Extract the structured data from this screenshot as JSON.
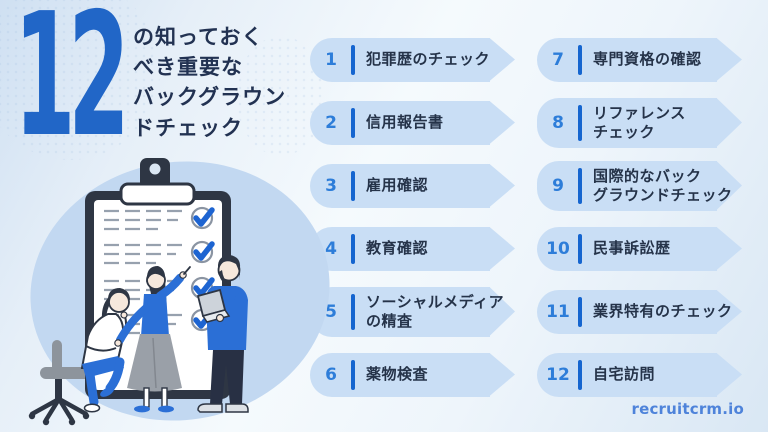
{
  "title": {
    "big_number": "12",
    "text": "の知っておく\nべき重要な\nバックグラウン\nドチェック"
  },
  "items": [
    {
      "number": "1",
      "label": "犯罪歴のチェック"
    },
    {
      "number": "2",
      "label": "信用報告書"
    },
    {
      "number": "3",
      "label": "雇用確認"
    },
    {
      "number": "4",
      "label": "教育確認"
    },
    {
      "number": "5",
      "label": "ソーシャルメディア\nの精査"
    },
    {
      "number": "6",
      "label": "薬物検査"
    },
    {
      "number": "7",
      "label": "専門資格の確認"
    },
    {
      "number": "8",
      "label": "リファレンス\nチェック"
    },
    {
      "number": "9",
      "label": "国際的なバック\nグラウンドチェック"
    },
    {
      "number": "10",
      "label": "民事訴訟歴"
    },
    {
      "number": "11",
      "label": "業界特有のチェック"
    },
    {
      "number": "12",
      "label": "自宅訪問"
    }
  ],
  "footer": {
    "brand": "recruitcrm.io"
  },
  "illustration": {
    "name": "team-reviewing-giant-checklist",
    "elements": [
      "clipboard-icon",
      "checkmark-icon-x4",
      "seated-woman",
      "standing-woman-pointing",
      "man-with-laptop",
      "office-chair"
    ],
    "checkmarks_count": 4
  },
  "colors": {
    "background_light_blue": "#d9e7f4",
    "pill_bg": "#c9def5",
    "pill_accent_bar": "#1565cf",
    "pill_number_blue": "#2d7dd9",
    "pill_text_navy": "#253349",
    "big_number_blue": "#2166c7",
    "heading_navy": "#223252",
    "brand_blue": "#4e83da",
    "illustration_blue": "#2b6fd6",
    "illustration_outline": "#2e3644"
  }
}
